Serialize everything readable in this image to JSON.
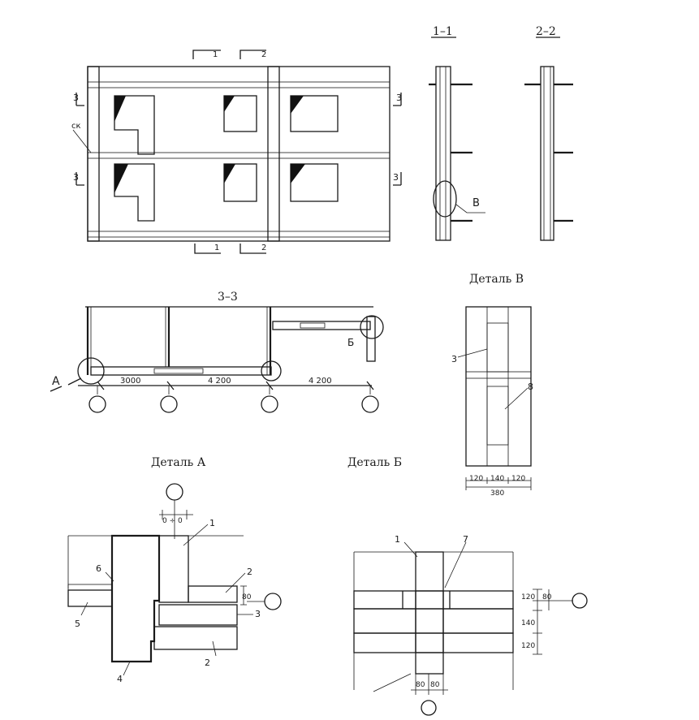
{
  "elevation": {
    "section_marks": [
      "1",
      "2",
      "1",
      "2"
    ],
    "side_marks": [
      "3",
      "3",
      "3",
      "3"
    ],
    "column_label": "ск"
  },
  "sections": {
    "s11_title": "1–1",
    "s22_title": "2–2",
    "b_marker": "В"
  },
  "plan": {
    "title": "3–3",
    "dims": [
      "3000",
      "4 200",
      "4 200"
    ],
    "marker_a": "А",
    "marker_b": "Б"
  },
  "detail_v": {
    "title": "Деталь В",
    "callouts": [
      "3",
      "8"
    ],
    "dims": [
      "120",
      "140",
      "120"
    ],
    "total": "380"
  },
  "detail_a": {
    "title": "Деталь А",
    "offset_dim": "0 ÷ 0",
    "callouts": [
      "1",
      "2",
      "3",
      "6",
      "5",
      "4",
      "2"
    ],
    "dim_80": "80"
  },
  "detail_b": {
    "title": "Деталь Б",
    "callouts": [
      "1",
      "7"
    ],
    "dims_right": [
      "120",
      "80",
      "140",
      "120"
    ],
    "dims_bottom": [
      "80",
      "80"
    ]
  },
  "colors": {
    "ink": "#1a1a1a",
    "paper": "#ffffff"
  }
}
